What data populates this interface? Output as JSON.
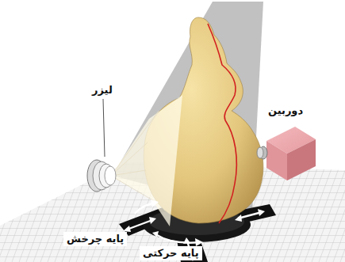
{
  "diagram": {
    "labels": [
      "لیزر",
      "دوربین",
      "پایه چرخش",
      "پایه حرکتی"
    ]
  }
}
